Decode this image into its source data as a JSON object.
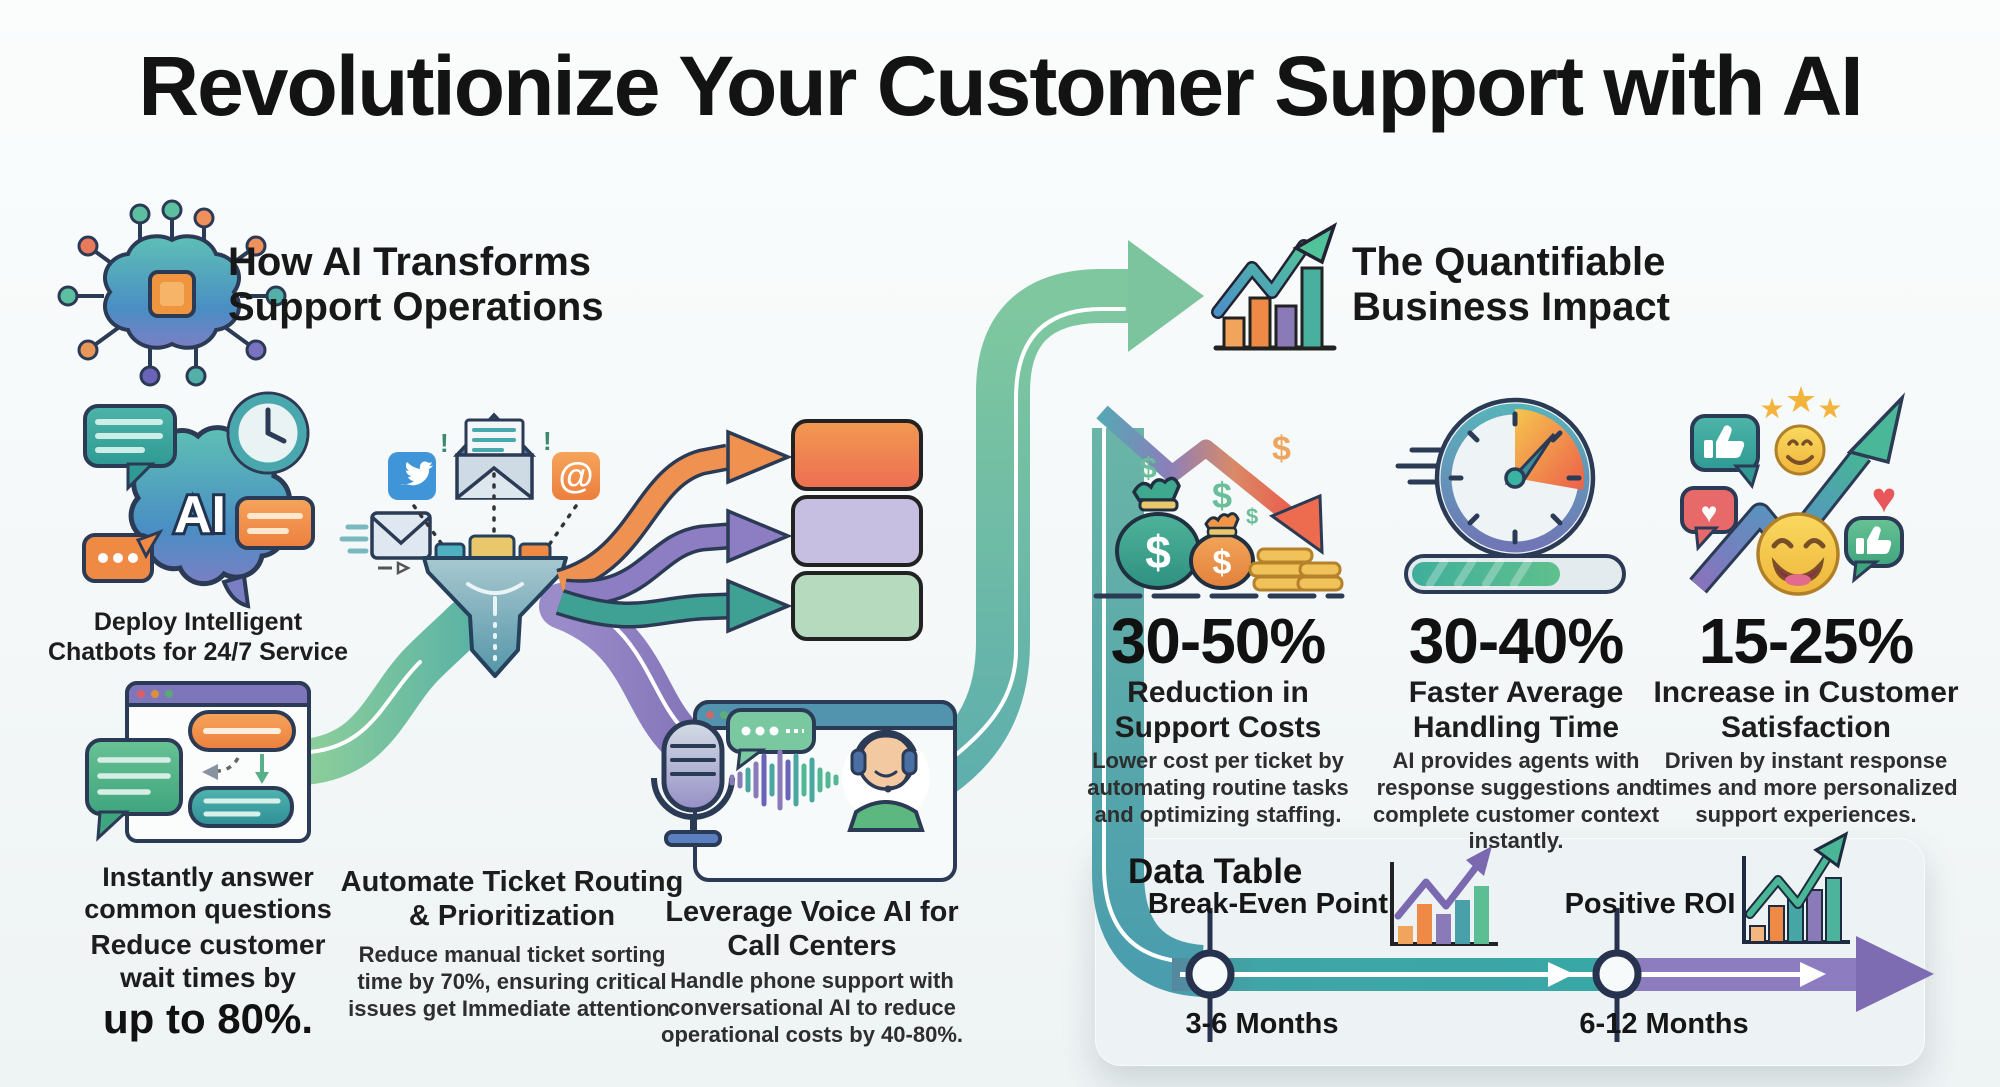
{
  "title": "Revolutionize Your Customer Support with AI",
  "colors": {
    "teal": "#3fa6a7",
    "green_band": "#7cc49e",
    "purple": "#8d7cc0",
    "orange": "#ef8a45",
    "red_orange": "#ec6b4e",
    "gold": "#f2b43c",
    "navy_outline": "#2b3a55",
    "lavender_box": "#c6bfe2",
    "green_box": "#b5dabd"
  },
  "how": {
    "heading": "How AI Transforms Support Operations",
    "ai_label": "AI",
    "at_label": "@",
    "chatbots_caption": "Deploy Intelligent Chatbots for 24/7 Service",
    "chatbots_sub1": "Instantly answer common questions",
    "chatbots_sub2": "Reduce customer wait times by",
    "chatbots_sub3": "up to 80%.",
    "routing_heading": "Automate Ticket Routing & Prioritization",
    "routing_body": "Reduce manual ticket sorting time by 70%, ensuring critical issues get Immediate attention.",
    "voice_heading": "Leverage Voice AI for Call Centers",
    "voice_body": "Handle phone support with conversational AI to reduce operational costs by 40-80%."
  },
  "impact": {
    "heading": "The Quantifiable Business Impact",
    "stats": [
      {
        "value": "30-50%",
        "label": "Reduction in Support Costs",
        "body": "Lower cost per ticket by automating routine tasks and optimizing staffing.",
        "icon": "falling-costs-icon"
      },
      {
        "value": "30-40%",
        "label": "Faster Average Handling Time",
        "body": "AI provides agents with response suggestions and complete customer context instantly.",
        "icon": "speedometer-icon"
      },
      {
        "value": "15-25%",
        "label": "Increase in Customer Satisfaction",
        "body": "Driven by instant response times and more personalized support experiences.",
        "icon": "satisfaction-icon"
      }
    ]
  },
  "timeline": {
    "heading": "Data Table",
    "milestones": [
      {
        "label": "Break-Even Point",
        "time": "3-6 Months"
      },
      {
        "label": "Positive ROI",
        "time": "6-12 Months"
      }
    ]
  },
  "icons": {
    "star": "★",
    "heart": "♥"
  }
}
